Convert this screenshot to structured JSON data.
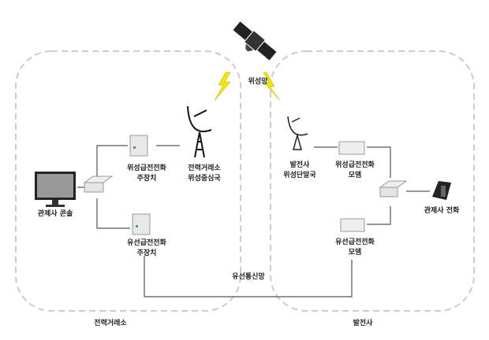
{
  "network": {
    "satellite_label": "위성망",
    "wired_label": "유선통신망"
  },
  "regions": {
    "left": "전력거래소",
    "right": "발전사"
  },
  "nodes": {
    "console": "관제사 콘솔",
    "sat_main_1": "위성급전전화",
    "sat_main_2": "주장치",
    "hub_1": "전력거래소",
    "hub_2": "위성중심국",
    "wired_main_1": "유선급전전화",
    "wired_main_2": "주장치",
    "terminal_1": "발전사",
    "terminal_2": "위성단말국",
    "sat_modem_1": "위성급전전화",
    "sat_modem_2": "모뎀",
    "wired_modem_1": "유선급전전화",
    "wired_modem_2": "모뎀",
    "phone": "관제사 전화"
  },
  "colors": {
    "lightning": "#f2e600",
    "dash": "#c8c8c8",
    "line": "#555555"
  }
}
